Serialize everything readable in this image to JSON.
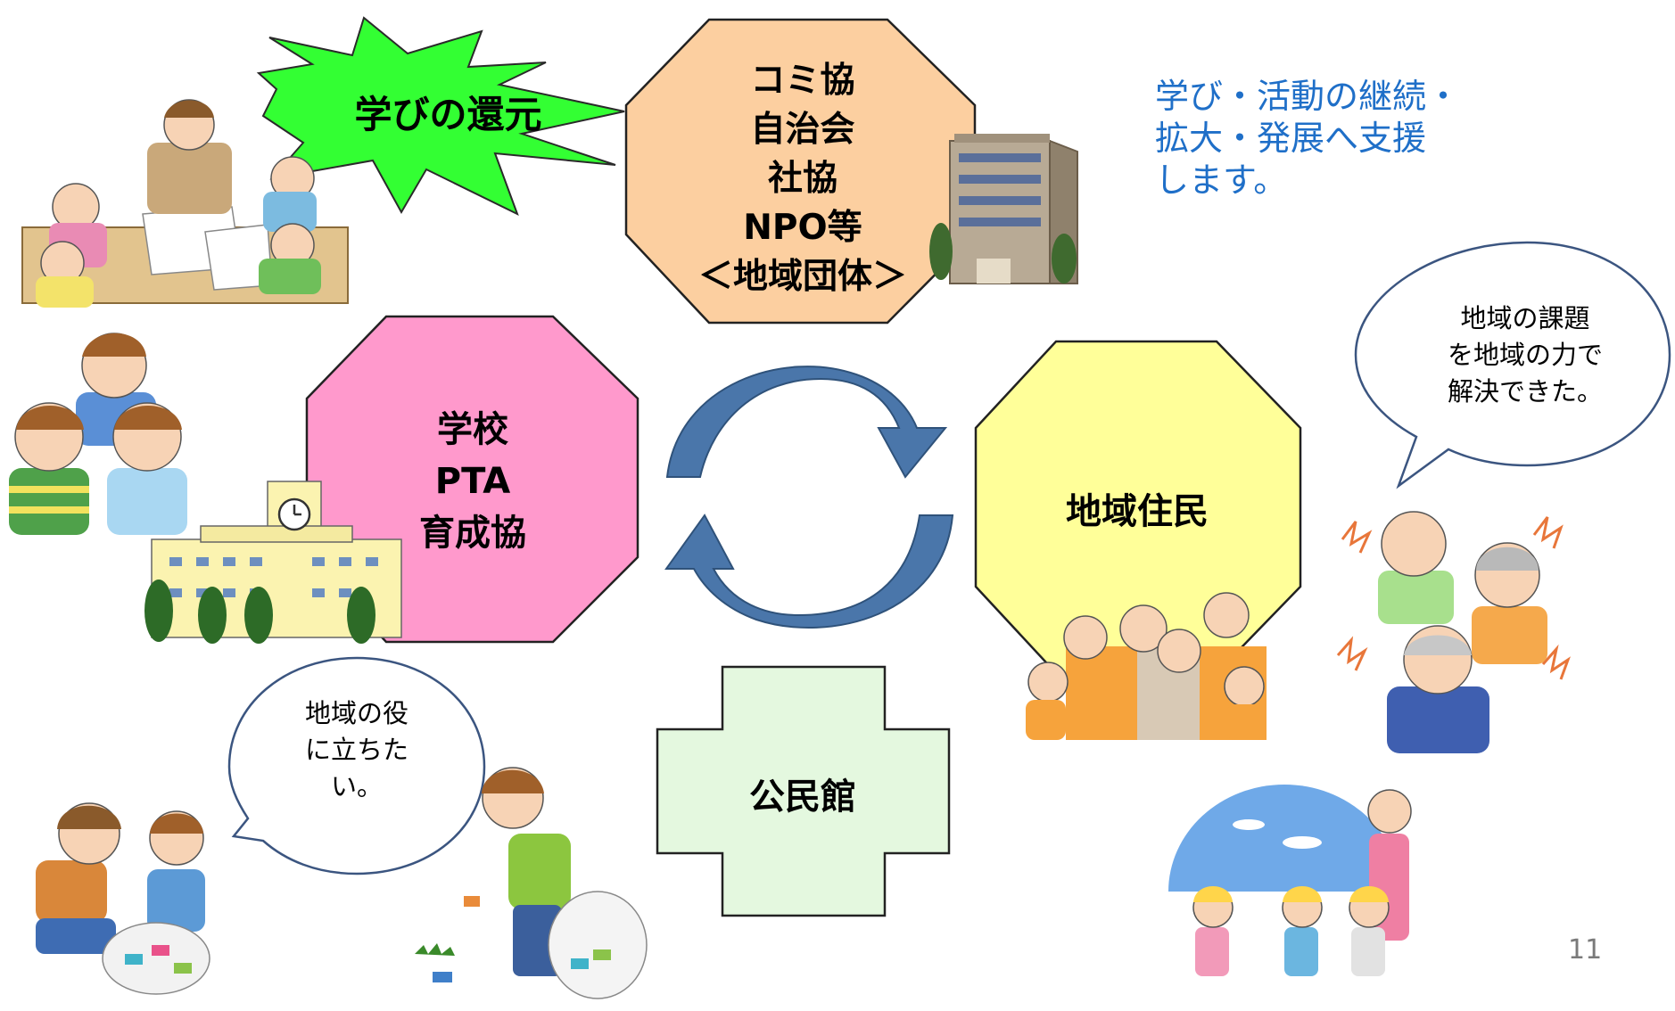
{
  "burst": {
    "label": "学びの還元",
    "color": "#33ff33"
  },
  "nodes": {
    "community": {
      "lines": [
        "コミ協",
        "自治会",
        "社協",
        "NPO等",
        "＜地域団体＞"
      ],
      "color": "#fccfa0"
    },
    "school": {
      "lines": [
        "学校",
        "PTA",
        "育成協"
      ],
      "color": "#ff99cc"
    },
    "residents": {
      "lines": [
        "地域住民"
      ],
      "color": "#ffff99"
    },
    "kominkan": {
      "lines": [
        "公民館"
      ],
      "color": "#e4f8df"
    }
  },
  "support_note": {
    "lines": [
      "学び・活動の継続・",
      "拡大・発展へ支援",
      "します。"
    ],
    "color": "#1f6fc8"
  },
  "bubbles": {
    "residents_voice": {
      "lines": [
        "地域の課題",
        "を地域の力で",
        "解決できた。"
      ]
    },
    "helper_voice": {
      "lines": [
        "地域の役",
        "に立ちた",
        "い。"
      ]
    }
  },
  "cycle_color": "#4a76aa",
  "page_number": "11",
  "icons": [
    "study-group-illustration",
    "office-building-icon",
    "cheering-children-illustration",
    "school-building-icon",
    "family-group-illustration",
    "elderly-cheering-illustration",
    "children-walking-illustration",
    "can-collecting-illustration",
    "litter-pickup-illustration"
  ]
}
